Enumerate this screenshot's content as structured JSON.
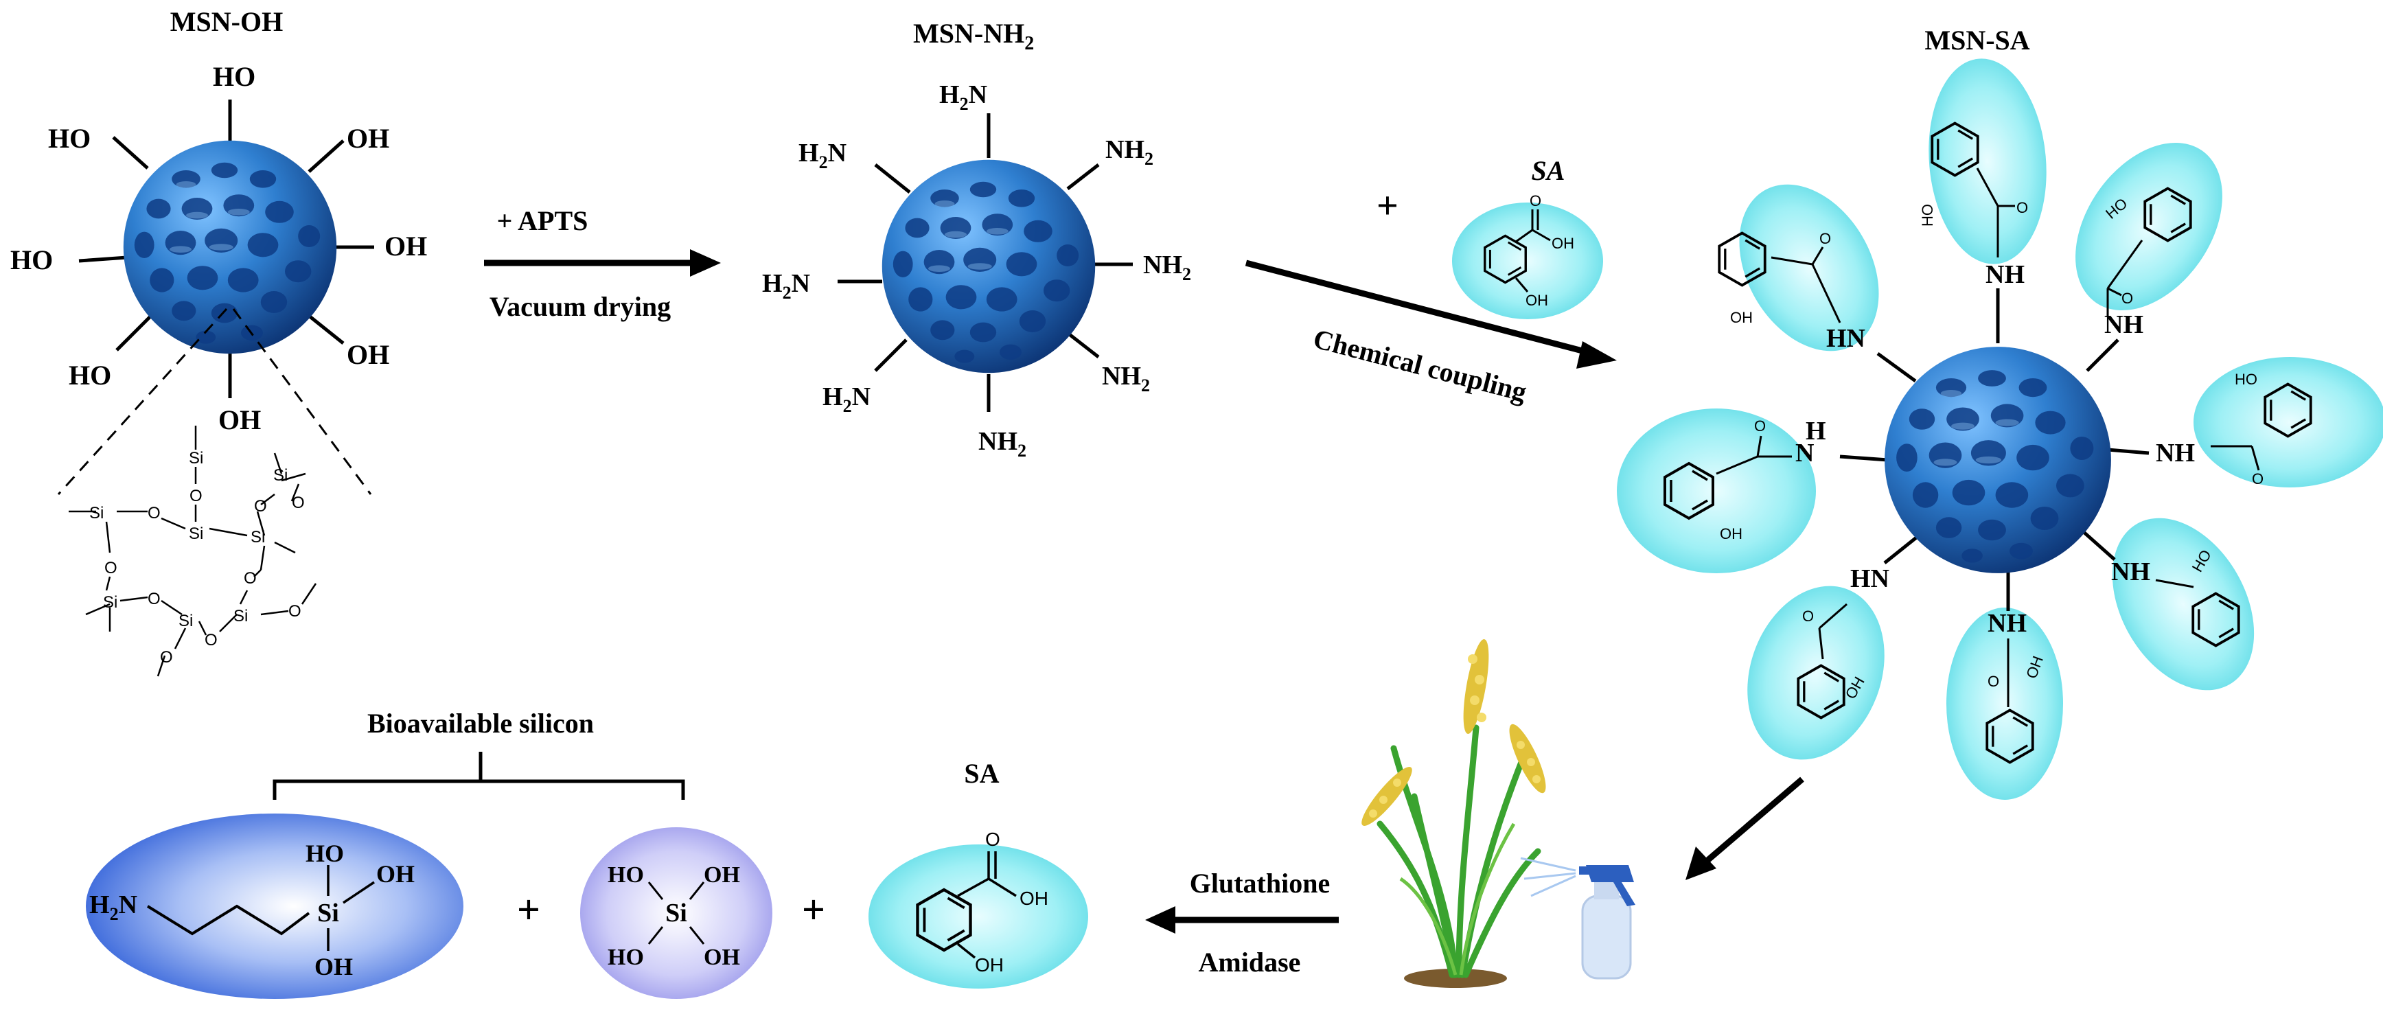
{
  "titles": {
    "msn_oh": "MSN-OH",
    "msn_nh2_base": "MSN-NH",
    "msn_nh2_sub": "2",
    "msn_sa": "MSN-SA",
    "sa_top": "SA",
    "sa_bottom": "SA",
    "bioavailable": "Bioavailable silicon"
  },
  "groups": {
    "oh": "OH",
    "ho": "HO",
    "nh2": "NH",
    "h2n": "H",
    "sub2": "2",
    "n_after_h2": "N",
    "hn": "HN",
    "nh": "NH",
    "h": "H",
    "n": "N",
    "o": "O",
    "si": "Si"
  },
  "arrows": {
    "step1_top": "+ APTS",
    "step1_bottom": "Vacuum drying",
    "step2_plus": "+",
    "step2_label": "Chemical coupling",
    "step3_top": "Glutathione",
    "step3_bottom": "Amidase"
  },
  "products": {
    "plus1": "+",
    "plus2": "+",
    "aps_h2n": "H",
    "aps_sub": "2",
    "aps_n": "N",
    "si": "Si",
    "oh": "OH",
    "ho": "HO"
  },
  "colors": {
    "sphere": "#2f7fd0",
    "sphere_dark": "#0d3f8a",
    "cyan_bubble": "#66e0ea",
    "blue_bubble": "#3f6fe0",
    "lilac_bubble": "#a9a8f0",
    "arrow": "#000000",
    "plant_green": "#3aa32f",
    "grain": "#e2c23a"
  }
}
